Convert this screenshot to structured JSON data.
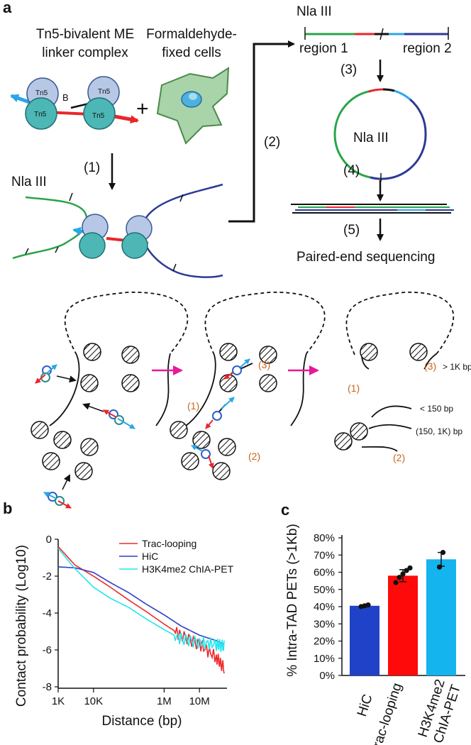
{
  "figure": {
    "panel_a": {
      "letter": "a",
      "tn5_complex_label_line1": "Tn5-bivalent ME",
      "tn5_complex_label_line2": "linker complex",
      "fixed_cells_label_line1": "Formaldehyde-",
      "fixed_cells_label_line2": "fixed cells",
      "plus": "+",
      "tn5": "Tn5",
      "biotin": "B",
      "step1": "(1)",
      "step2": "(2)",
      "step3": "(3)",
      "step4": "(4)",
      "step5": "(5)",
      "nla_iii": "Nla III",
      "region1": "region 1",
      "region2": "region 2",
      "paired_end": "Paired-end sequencing",
      "arrow_color": "#e8189a",
      "orange_color": "#c8651b",
      "loop_labels": {
        "l1": "(1)",
        "l2": "(2)",
        "l3": "(3)",
        "gt1k": "> 1K bp",
        "lt150": "< 150 bp",
        "range": "(150, 1K) bp"
      }
    },
    "panel_b": {
      "letter": "b",
      "ylabel": "Contact probability (Log10)",
      "xlabel": "Distance (bp)",
      "yticks": [
        "0",
        "-2",
        "-4",
        "-6",
        "-8"
      ],
      "xticks": [
        "1K",
        "10K",
        "1M",
        "10M"
      ],
      "legend": [
        "Trac-looping",
        "HiC",
        "H3K4me2 ChIA-PET"
      ]
    },
    "panel_c": {
      "letter": "c",
      "ylabel": "% Intra-TAD PETs (>1Kb)",
      "yticks": [
        "0%",
        "10%",
        "20%",
        "30%",
        "40%",
        "50%",
        "60%",
        "70%",
        "80%"
      ],
      "categories": [
        "HiC",
        "Trac-looping",
        "H3K4me2",
        "ChIA-PET"
      ]
    }
  },
  "chart_data": [
    {
      "type": "line",
      "xlabel": "Distance (bp)",
      "ylabel": "Contact probability (Log10)",
      "xscale": "log",
      "xlim": [
        1000,
        50000000
      ],
      "ylim": [
        -8,
        0
      ],
      "xticks": [
        "1K",
        "10K",
        "1M",
        "10M"
      ],
      "legend_position": "top-right",
      "series": [
        {
          "name": "Trac-looping",
          "color": "#ee2b2b",
          "x": [
            1000,
            3000,
            10000,
            30000,
            100000,
            300000,
            1000000,
            3000000,
            10000000,
            30000000,
            50000000
          ],
          "y": [
            -0.4,
            -1.4,
            -2.0,
            -2.6,
            -3.3,
            -3.9,
            -4.6,
            -5.2,
            -5.7,
            -6.4,
            -7.0
          ]
        },
        {
          "name": "HiC",
          "color": "#2e3fc9",
          "x": [
            1000,
            3000,
            10000,
            30000,
            100000,
            300000,
            1000000,
            3000000,
            10000000,
            30000000,
            50000000
          ],
          "y": [
            -1.5,
            -1.55,
            -1.8,
            -2.35,
            -2.9,
            -3.5,
            -4.1,
            -4.7,
            -5.2,
            -5.5,
            -5.7
          ]
        },
        {
          "name": "H3K4me2 ChIA-PET",
          "color": "#22e5ee",
          "x": [
            1000,
            3000,
            10000,
            30000,
            100000,
            300000,
            1000000,
            3000000,
            10000000,
            30000000,
            50000000
          ],
          "y": [
            -0.5,
            -1.6,
            -2.6,
            -3.2,
            -3.7,
            -4.3,
            -4.9,
            -5.4,
            -5.6,
            -5.7,
            -5.8
          ]
        }
      ]
    },
    {
      "type": "bar",
      "ylabel": "% Intra-TAD PETs (>1Kb)",
      "ylim": [
        0,
        80
      ],
      "categories": [
        "HiC",
        "Trac-looping",
        "H3K4me2 ChIA-PET"
      ],
      "values": [
        40.5,
        58,
        67.5
      ],
      "colors": [
        "#2042c8",
        "#ff0a0a",
        "#14b4ee"
      ],
      "errors": [
        0.5,
        3.5,
        4.0
      ],
      "points": [
        [
          40.0,
          40.5,
          41.0
        ],
        [
          54,
          57,
          59,
          61,
          62.5
        ],
        [
          63,
          71.5
        ]
      ]
    }
  ]
}
